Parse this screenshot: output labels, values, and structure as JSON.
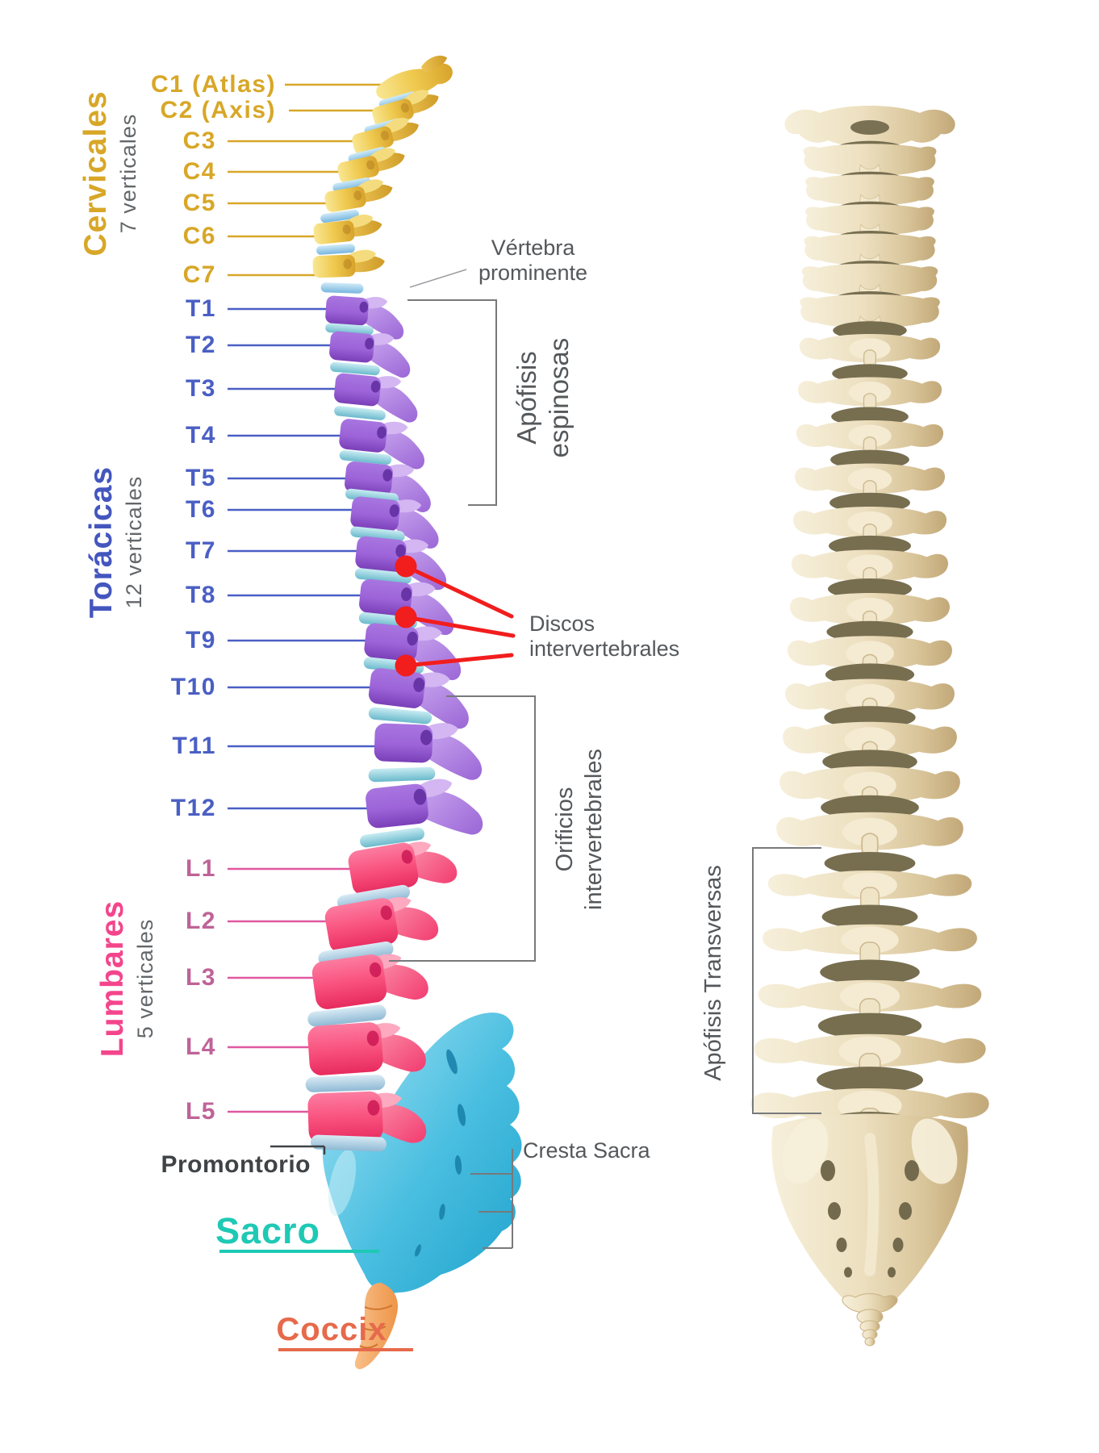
{
  "spine": {
    "cervicales": {
      "title": "Cervicales",
      "subtitle": "7 verticales",
      "items": [
        "C1 (Atlas)",
        "C2 (Axis)",
        "C3",
        "C4",
        "C5",
        "C6",
        "C7"
      ]
    },
    "toracicas": {
      "title": "Torácicas",
      "subtitle": "12 verticales",
      "items": [
        "T1",
        "T2",
        "T3",
        "T4",
        "T5",
        "T6",
        "T7",
        "T8",
        "T9",
        "T10",
        "T11",
        "T12"
      ]
    },
    "lumbares": {
      "title": "Lumbares",
      "subtitle": "5 verticales",
      "items": [
        "L1",
        "L2",
        "L3",
        "L4",
        "L5"
      ]
    },
    "sacro": {
      "title": "Sacro"
    },
    "coccix": {
      "title": "Coccix"
    },
    "promontorio": {
      "title": "Promontorio"
    }
  },
  "annotations": {
    "vertebra_prominente": "Vértebra prominente",
    "apofisis_espinosas": "Apófisis espinosas",
    "discos_intervertebrales": "Discos intervertebrales",
    "orificios_intervertebrales": "Orificios intervertebrales",
    "cresta_sacra": "Cresta Sacra",
    "apofisis_transversas": "Apófisis Transversas"
  },
  "colors": {
    "cervical_accent": "#D8A728",
    "toracica_accent": "#4A5FC4",
    "lumbar_title_accent": "#F4458C",
    "lumbar_item_accent": "#BE6398",
    "sacro_accent": "#1EC9B5",
    "coccix_accent": "#E66A4B",
    "annotation_text": "#55585B",
    "promontorio_text": "#3E4347",
    "red_marker": "#F21D1D",
    "disc_blue": "#84BFE2",
    "vertebra_gold": "#EFC94E",
    "vertebra_purple": "#9C63D8",
    "vertebra_pink": "#F9527F",
    "sacrum_cyan": "#49BEE0",
    "coccyx_orange": "#EE9448",
    "bone_beige": "#EDE0C0"
  }
}
